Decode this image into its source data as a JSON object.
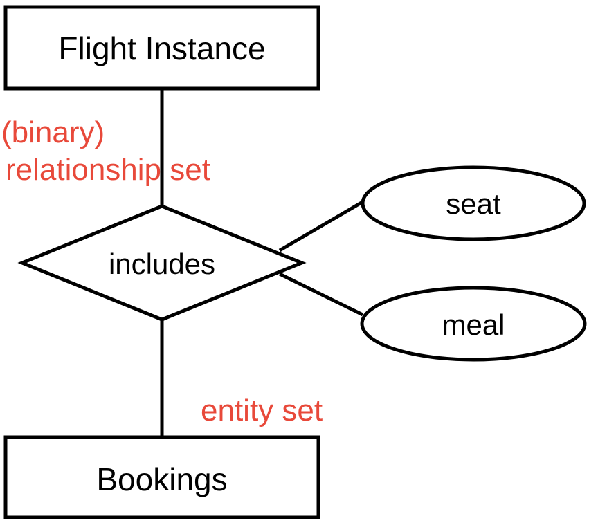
{
  "colors": {
    "annotation": "#e8493a",
    "stroke": "#000000",
    "background": "#ffffff"
  },
  "entities": {
    "flight_instance": "Flight Instance",
    "bookings": "Bookings"
  },
  "relationship": {
    "label": "includes"
  },
  "attributes": {
    "seat": "seat",
    "meal": "meal"
  },
  "annotations": {
    "binary_line1": "(binary)",
    "binary_line2": "relationship set",
    "entity_set": "entity set"
  }
}
